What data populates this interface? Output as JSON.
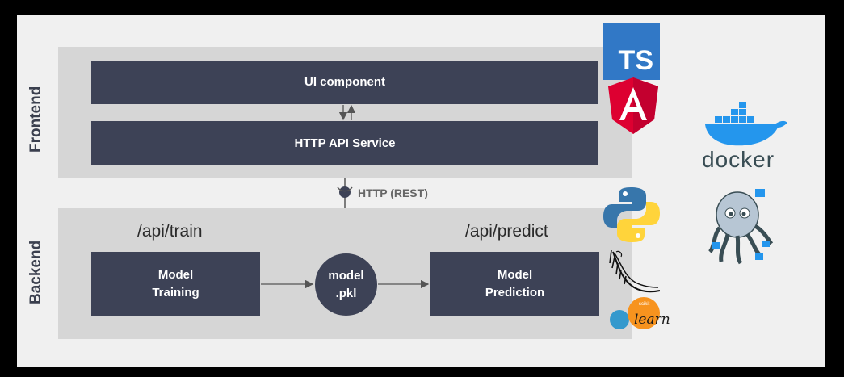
{
  "frontend": {
    "label": "Frontend",
    "ui_component": "UI component",
    "http_api_service": "HTTP API Service"
  },
  "connector": {
    "label": "HTTP (REST)"
  },
  "backend": {
    "label": "Backend",
    "train_endpoint": "/api/train",
    "predict_endpoint": "/api/predict",
    "training": [
      "Model",
      "Training"
    ],
    "model_file": [
      "model",
      ".pkl"
    ],
    "prediction": [
      "Model",
      "Prediction"
    ]
  },
  "logos": {
    "typescript": "TS",
    "docker": "docker",
    "sklearn_small": "scikit",
    "sklearn": "learn"
  },
  "colors": {
    "box": "#3d4256",
    "panel": "#d6d6d6",
    "background": "#f0f0f0",
    "typescript": "#3178c6",
    "angular": "#dd0031",
    "docker": "#2496ed",
    "python_blue": "#3776ab",
    "python_yellow": "#ffd43b",
    "sklearn_orange": "#f7931e",
    "sklearn_blue": "#3499cd"
  }
}
